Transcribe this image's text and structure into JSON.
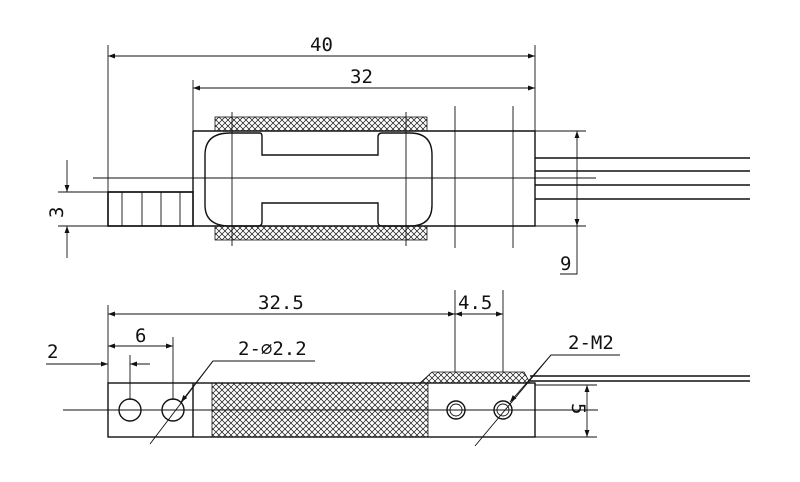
{
  "drawing": {
    "top_view": {
      "overall_length": "40",
      "body_length": "32",
      "tab_thickness": "3",
      "body_height": "9"
    },
    "bottom_view": {
      "hole_span": "32.5",
      "end_offset": "4.5",
      "edge_offset": "2",
      "first_hole_offset": "6",
      "hole_callout": "2-∅2.2",
      "thread_callout": "2-M2",
      "height": "5"
    }
  }
}
